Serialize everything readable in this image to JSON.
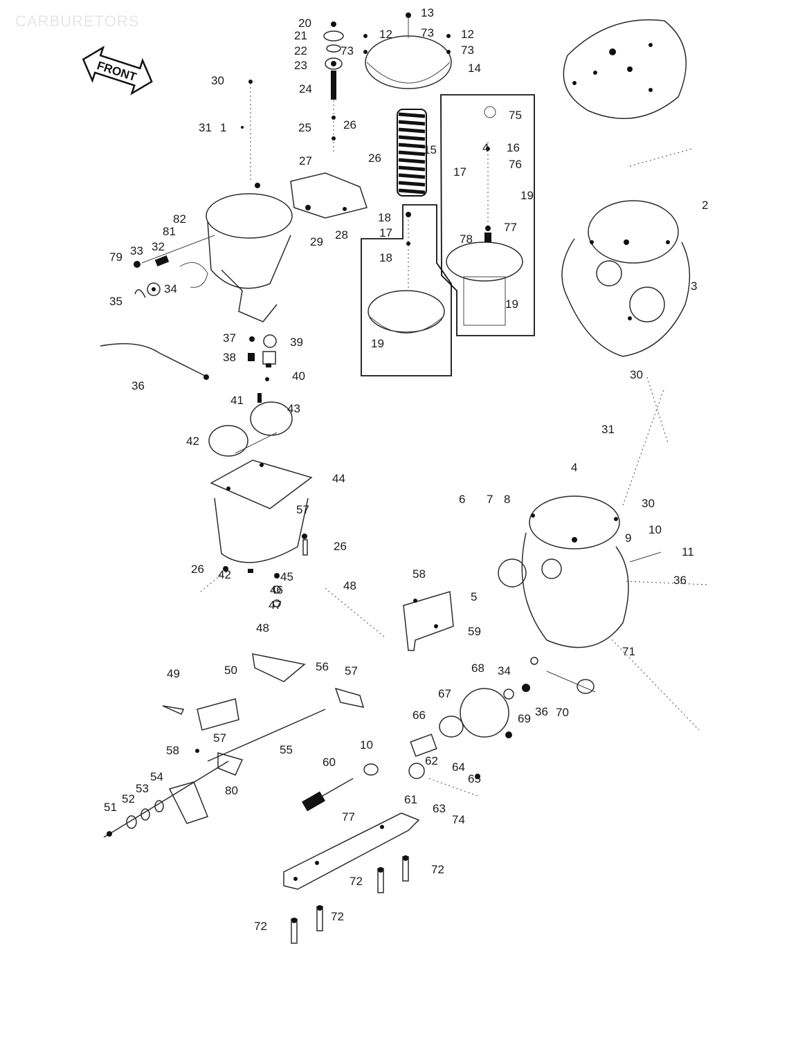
{
  "title": "CARBURETORS",
  "front_arrow_label": "FRONT",
  "icons": {
    "front_arrow": "front-direction-arrow-icon"
  },
  "labels": [
    "20",
    "21",
    "22",
    "23",
    "24",
    "73",
    "12",
    "13",
    "73",
    "12",
    "73",
    "14",
    "30",
    "31",
    "1",
    "25",
    "26",
    "27",
    "26",
    "15",
    "75",
    "4",
    "16",
    "76",
    "17",
    "19",
    "77",
    "78",
    "29",
    "28",
    "18",
    "17",
    "18",
    "19",
    "19",
    "82",
    "81",
    "33",
    "32",
    "79",
    "34",
    "35",
    "2",
    "3",
    "37",
    "38",
    "39",
    "36",
    "40",
    "41",
    "43",
    "42",
    "44",
    "57",
    "26",
    "26",
    "42",
    "45",
    "46",
    "47",
    "48",
    "58",
    "5",
    "59",
    "49",
    "50",
    "56",
    "57",
    "30",
    "31",
    "4",
    "30",
    "6",
    "7",
    "8",
    "9",
    "10",
    "11",
    "36",
    "71",
    "48",
    "55",
    "58",
    "57",
    "54",
    "53",
    "52",
    "51",
    "80",
    "60",
    "10",
    "66",
    "67",
    "68",
    "34",
    "69",
    "36",
    "70",
    "62",
    "64",
    "65",
    "61",
    "63",
    "74",
    "77",
    "72",
    "72",
    "72",
    "72",
    "72"
  ]
}
